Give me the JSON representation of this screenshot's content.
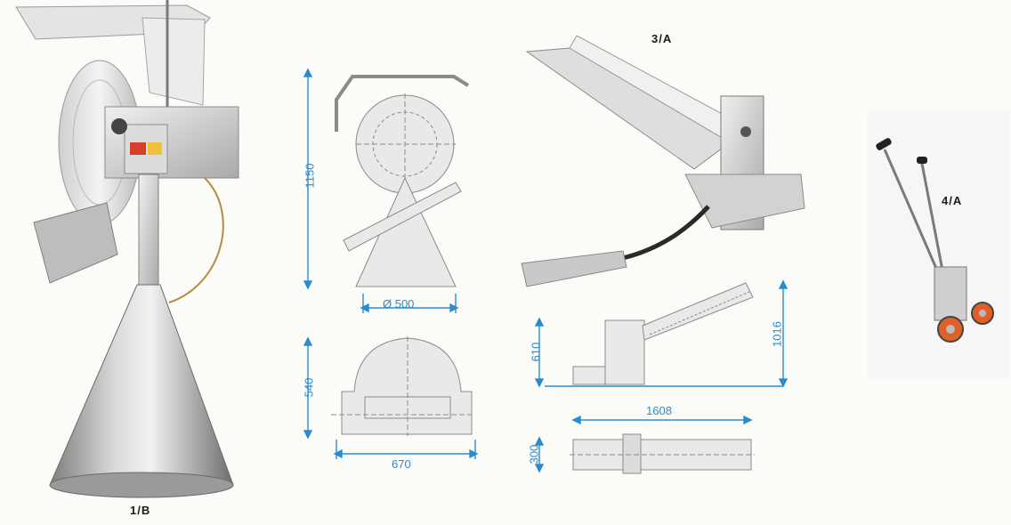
{
  "colors": {
    "dimension_line": "#2a8ccf",
    "steel_light": "#e6e6e6",
    "steel_mid": "#bdbdbd",
    "steel_dark": "#8a8a8a",
    "accent_red": "#d6402a",
    "accent_yellow": "#f0c23a",
    "wheel_orange": "#e0602a"
  },
  "products": {
    "machine": {
      "label": "1/B"
    },
    "conveyor": {
      "label": "3/A"
    },
    "trolley": {
      "label": "4/A"
    }
  },
  "drawings": {
    "front_view": {
      "height": "1150",
      "diameter": "Ø 500"
    },
    "top_view": {
      "depth": "540",
      "width": "670"
    },
    "conveyor_side": {
      "height_low": "610",
      "height_high": "1016"
    },
    "conveyor_top": {
      "length": "1608",
      "width": "300"
    }
  }
}
